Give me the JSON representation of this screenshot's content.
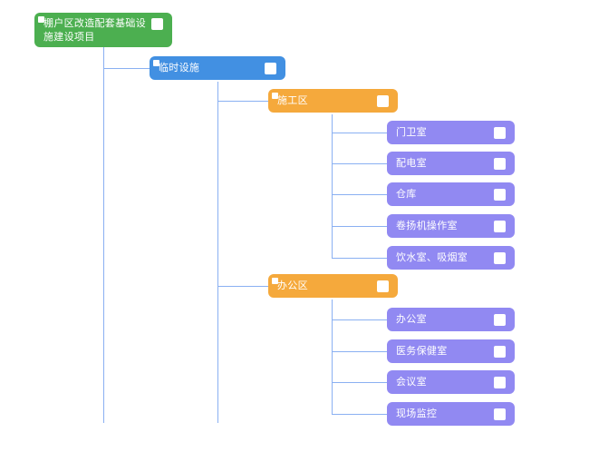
{
  "diagram": {
    "type": "mind-map-tree",
    "colors": {
      "root": "#4caf50",
      "level1": "#4290e2",
      "level2": "#f5a93c",
      "level3": "#9189f2",
      "connector": "#8ab0f2",
      "background": "#ffffff",
      "node_text": "#ffffff",
      "handle": "#ffffff"
    },
    "icons": {
      "collapse_handle": "collapse-handle-icon",
      "checkbox": "checkbox-icon"
    },
    "nodes": {
      "root": {
        "label": "棚户区改造配套基础设施建设项目"
      },
      "level1": [
        {
          "label": "临时设施"
        }
      ],
      "level2": [
        {
          "label": "施工区"
        },
        {
          "label": "办公区"
        }
      ],
      "construction_children": [
        {
          "label": "门卫室"
        },
        {
          "label": "配电室"
        },
        {
          "label": "仓库"
        },
        {
          "label": "卷扬机操作室"
        },
        {
          "label": "饮水室、吸烟室"
        }
      ],
      "office_children": [
        {
          "label": "办公室"
        },
        {
          "label": "医务保健室"
        },
        {
          "label": "会议室"
        },
        {
          "label": "现场监控"
        }
      ]
    }
  }
}
